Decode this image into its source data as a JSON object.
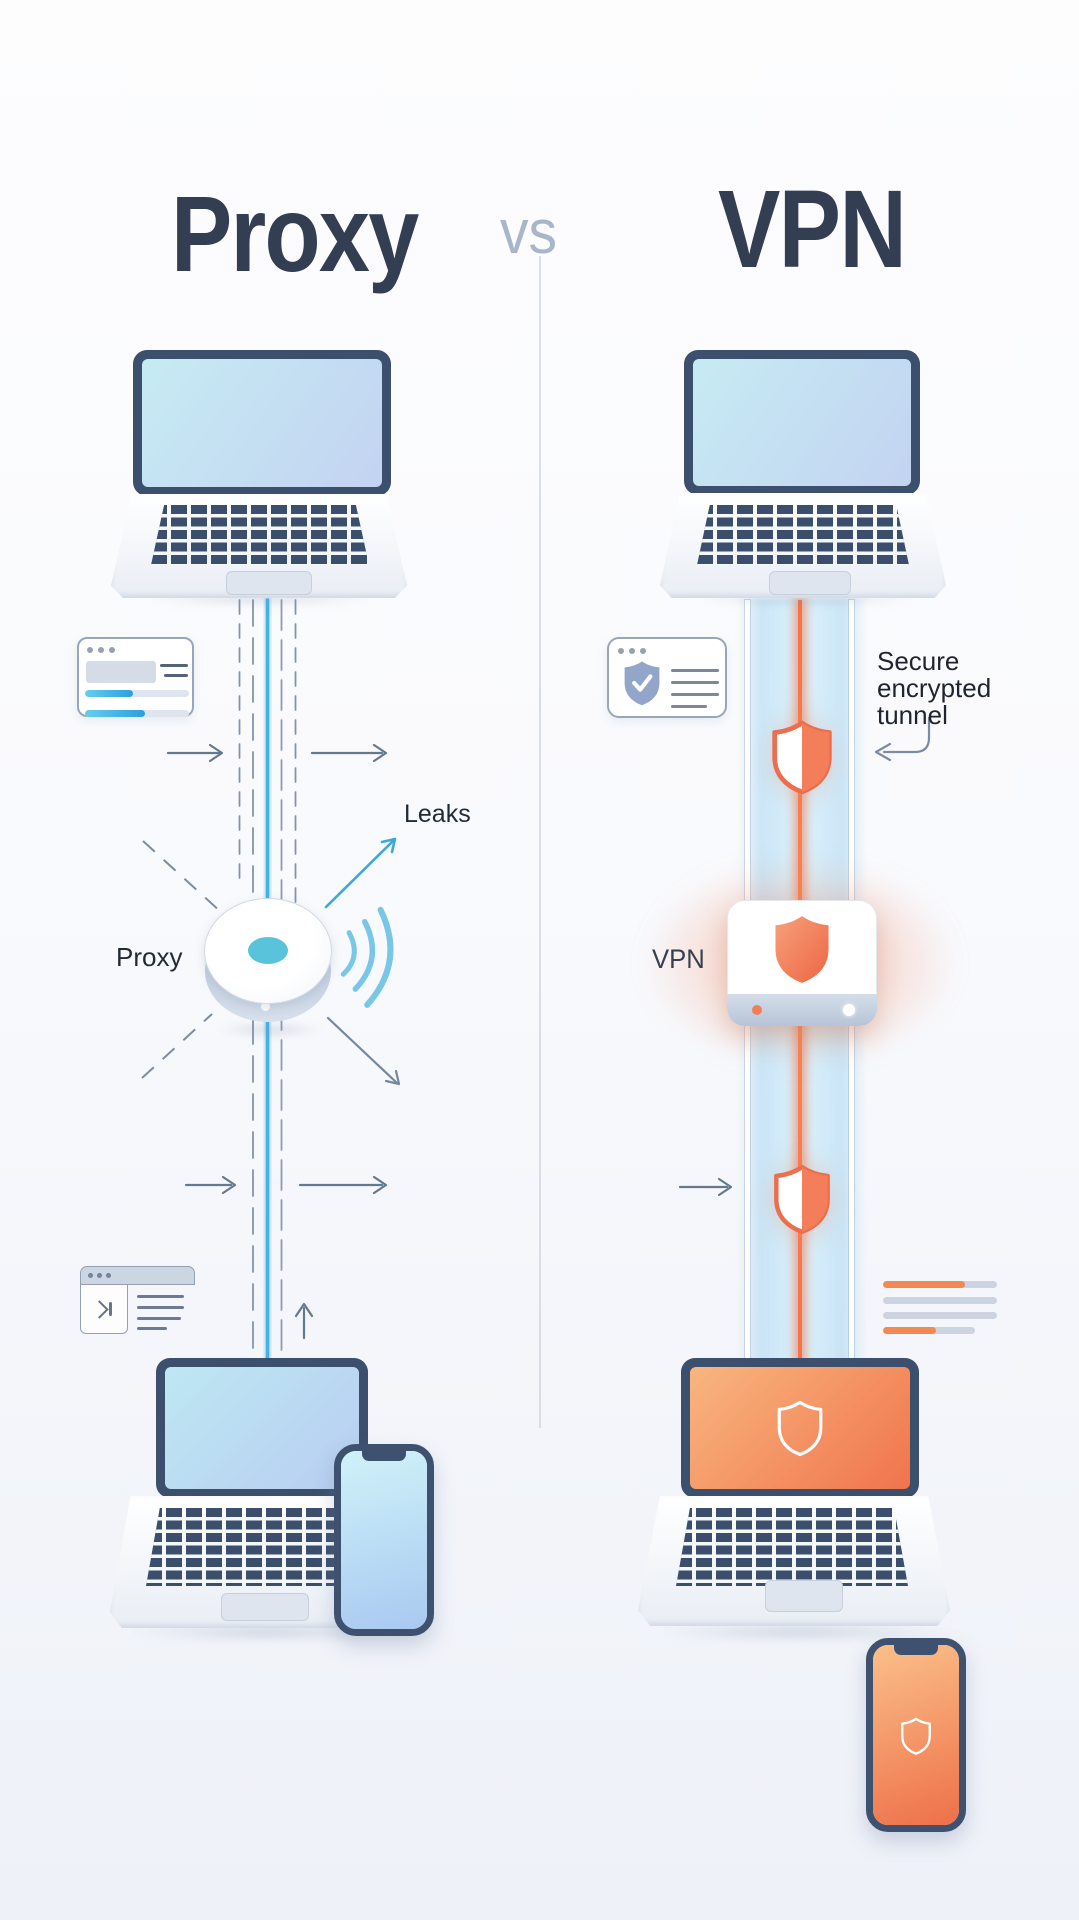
{
  "title": {
    "proxy": "Proxy",
    "vs": "vs",
    "vpn": "VPN"
  },
  "labels": {
    "proxy_device": "Proxy",
    "leaks": "Leaks",
    "vpn_device": "VPN",
    "secure_tunnel": "Secure encrypted tunnel"
  },
  "colors": {
    "title_text": "#333e53",
    "vs_text": "#a9b6c9",
    "label_text": "#222a36",
    "accent_blue": "#45b1e6",
    "accent_orange": "#f0764e",
    "device_navy": "#3c4f6d",
    "line_gray": "#8494a8",
    "screen_blue_start": "#c6ebf3",
    "screen_blue_end": "#c3d3f2",
    "screen_orange_start": "#f9b67e",
    "screen_orange_end": "#f0744e"
  },
  "icons": {
    "proxy_device": "wifi-router-puck-icon",
    "wifi_waves": "wifi-waves-icon",
    "leak_arrow": "arrow-up-right-icon",
    "browser_stats": "browser-window-stats-icon",
    "browser_code": "browser-window-code-icon",
    "secure_browser": "browser-shield-check-icon",
    "vpn_router": "shield-router-icon",
    "tunnel_shield": "half-filled-shield-icon",
    "device_shield": "shield-outline-icon"
  }
}
